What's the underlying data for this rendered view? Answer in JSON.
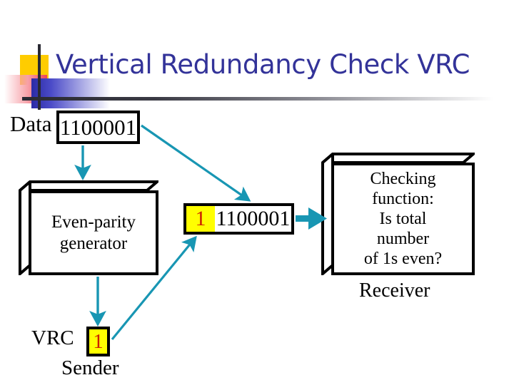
{
  "slide": {
    "title": "Vertical Redundancy Check VRC",
    "title_color": "#333399",
    "arrow_color": "#1896B3",
    "highlight_bg": "#FFFF00",
    "highlight_fg": "#CC2200",
    "background": "#FFFFFF"
  },
  "decoration": {
    "yellow_square": "#FFCC00",
    "red_square": "#EE4455",
    "blue_square": "#2B2BA5",
    "rule_color": "#2A2A33"
  },
  "diagram": {
    "data_label": "Data",
    "data_bits": "1100001",
    "generator_line1": "Even-parity",
    "generator_line2": "generator",
    "vrc_label": "VRC",
    "vrc_bit": "1",
    "sender_label": "Sender",
    "transmitted_parity": "1",
    "transmitted_bits": "1100001",
    "checking_function": "Checking function: Is total number of 1s even?",
    "checking_lines": [
      "Checking",
      "function:",
      "Is total",
      "number",
      "of 1s even?"
    ],
    "receiver_label": "Receiver"
  },
  "arrows": [
    {
      "name": "data-to-generator",
      "kind": "down-thin"
    },
    {
      "name": "data-to-transmitted",
      "kind": "diagonal-thin"
    },
    {
      "name": "generator-to-vrc",
      "kind": "down-thin"
    },
    {
      "name": "vrc-to-transmitted-parity",
      "kind": "diagonal-up-thin"
    },
    {
      "name": "transmitted-to-receiver",
      "kind": "right-thick"
    }
  ]
}
